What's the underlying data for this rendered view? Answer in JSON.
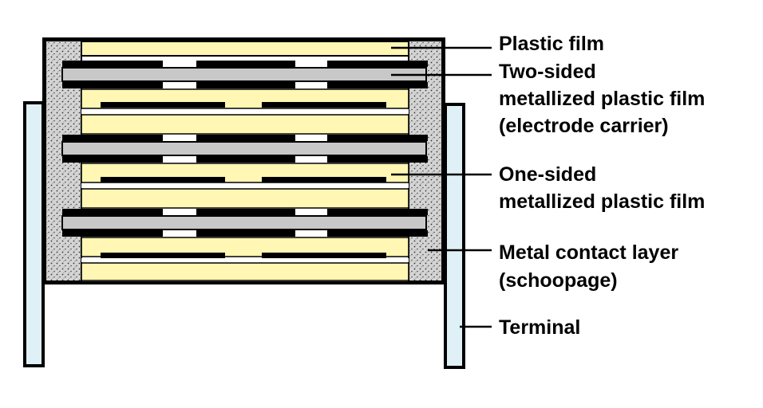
{
  "labels": {
    "plastic_film": "Plastic film",
    "two_sided_line1": "Two-sided",
    "two_sided_line2": "metallized plastic film",
    "two_sided_line3": "(electrode carrier)",
    "one_sided_line1": "One-sided",
    "one_sided_line2": "metallized plastic film",
    "contact_line1": "Metal contact layer",
    "contact_line2": "(schoopage)",
    "terminal": "Terminal"
  },
  "colors": {
    "film": "#fff7b3",
    "film_stripe": "#ffffff",
    "electrode_carrier": "#c8c8c8",
    "metallization": "#000000",
    "schoopage": "#d0d0d0",
    "terminal": "#dff1f6",
    "outline": "#000000"
  }
}
